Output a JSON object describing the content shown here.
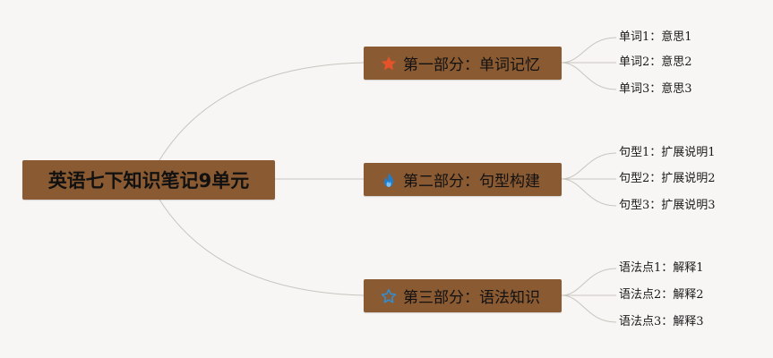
{
  "root": {
    "title": "英语七下知识笔记9单元"
  },
  "branches": [
    {
      "title": "第一部分：单词记忆",
      "icon": "star-filled-icon",
      "icon_color": "#e5532a",
      "leaves": [
        "单词1：意思1",
        "单词2：意思2",
        "单词3：意思3"
      ]
    },
    {
      "title": "第二部分：句型构建",
      "icon": "flame-icon",
      "icon_color": "#1e7fd1",
      "leaves": [
        "句型1：扩展说明1",
        "句型2：扩展说明2",
        "句型3：扩展说明3"
      ]
    },
    {
      "title": "第三部分：语法知识",
      "icon": "star-outline-icon",
      "icon_color": "#2f8fd6",
      "leaves": [
        "语法点1：解释1",
        "语法点2：解释2",
        "语法点3：解释3"
      ]
    }
  ],
  "colors": {
    "background": "#f7f6f4",
    "node_fill": "#8a5a32",
    "connector": "#c8c4bf"
  }
}
